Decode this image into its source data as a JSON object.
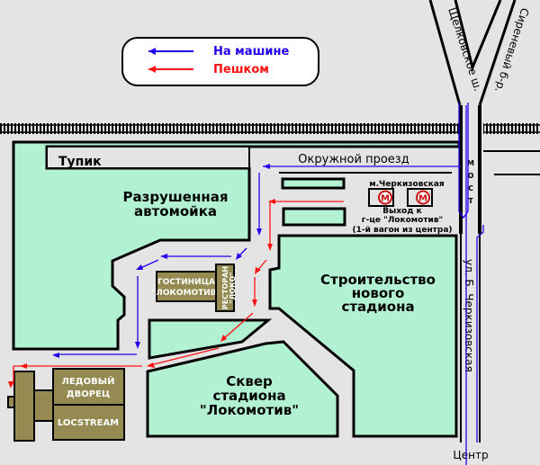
{
  "legend": {
    "car": {
      "label": "На машине",
      "color": "#2200ee"
    },
    "walk": {
      "label": "Пешком",
      "color": "#ff1010"
    }
  },
  "streets": {
    "shelkovskoe": "Щелковское ш.",
    "sirenevy": "Сиреневый б-р.",
    "okruzhnoy": "Окружной проезд",
    "tupik": "Тупик",
    "cherkizovskaya": "ул. Б. Черкизовская",
    "most": [
      "М",
      "О",
      "С",
      "Т"
    ],
    "center": "Центр"
  },
  "areas": {
    "carwash": [
      "Разрушенная",
      "автомойка"
    ],
    "stadium_construction": [
      "Строительство",
      "нового",
      "стадиона"
    ],
    "square": [
      "Сквер",
      "стадиона",
      "\"Локомотив\""
    ]
  },
  "buildings": {
    "hotel": [
      "ГОСТИНИЦА",
      "\"ЛОКОМОТИВ\""
    ],
    "restaurant": [
      "РЕСТОРАН",
      "\"ЛОКО\""
    ],
    "ice_palace": [
      "ЛЕДОВЫЙ",
      "ДВОРЕЦ"
    ],
    "locstream": "LOCSTREAM"
  },
  "metro": {
    "station": "м.Черкизовская",
    "icon_letter": "М",
    "exit": [
      "Выход к",
      "г-це \"Локомотив\"",
      "(1-й вагон из центра)"
    ],
    "color": "#c81010"
  },
  "colors": {
    "zone": "#b2f2d2",
    "building": "#948a52",
    "background": "#e4e4e4"
  }
}
